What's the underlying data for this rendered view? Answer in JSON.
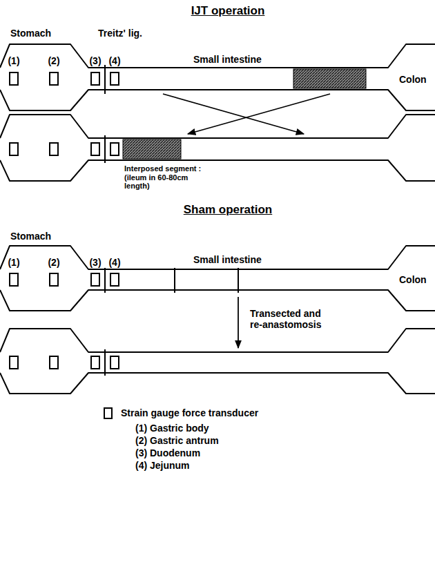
{
  "diagram": {
    "title": "IJT operation",
    "labels": [
      "Stomach",
      "Treitz' lig.",
      "(1)",
      "(2)",
      "(3)",
      "(4)",
      "Small intestine",
      "Colon",
      "Interposed segment : (ileum in 60-80cm length)",
      "Sham operation",
      "Stomach",
      "(1)",
      "(2)",
      "(3)",
      "(4)",
      "Small intestine",
      "Colon",
      "Transected and re-anastomosis",
      "(1) Gastric body",
      "(2) Gastric antrum",
      "(3) Duodenum",
      "(4) Jejunum"
    ],
    "legend": [
      {
        "text": "Strain gauge force transducer"
      }
    ]
  }
}
